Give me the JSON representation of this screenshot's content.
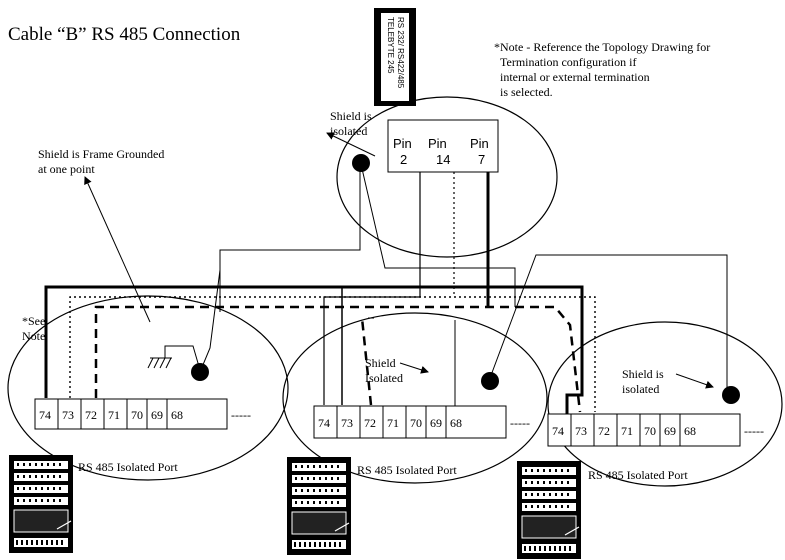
{
  "title": "Cable “B” RS 485 Connection",
  "device": {
    "line1": "TELEBYTE 245",
    "line2": "RS 232/ RS422/485"
  },
  "note": [
    "*Note - Reference the  Topology Drawing for",
    "Termination configuration  if",
    "internal or external termination",
    "is selected."
  ],
  "top_shield_label": [
    "Shield is",
    "isolated"
  ],
  "frame_ground_label": [
    "Shield is Frame Grounded",
    "at one point"
  ],
  "see_note": [
    "*See",
    "Note"
  ],
  "pins": [
    {
      "label": "Pin",
      "number": "2"
    },
    {
      "label": "Pin",
      "number": "14"
    },
    {
      "label": "Pin",
      "number": "7"
    }
  ],
  "port_terminals": [
    "74",
    "73",
    "72",
    "71",
    "70",
    "69",
    "68",
    "-----"
  ],
  "port_label": "RS 485 Isolated Port",
  "middle_shield_label": [
    "Shield",
    "Isolated"
  ],
  "right_shield_label": [
    "Shield is",
    "isolated"
  ]
}
